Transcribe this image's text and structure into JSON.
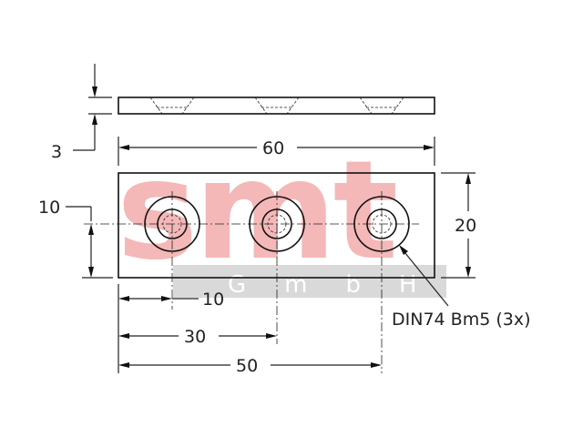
{
  "watermark": {
    "brand": "smt",
    "suffix": "GmbH",
    "color": "#f4b8b8",
    "band_color": "#d9d9d9"
  },
  "dimensions": {
    "thickness": "3",
    "length": "60",
    "height": "20",
    "hole_offset_y": "10",
    "hole1_x": "10",
    "hole2_x": "30",
    "hole3_x": "50"
  },
  "callout": {
    "hole_note": "DIN74 Bm5 (3x)"
  },
  "colors": {
    "line": "#111111",
    "background": "#ffffff"
  }
}
